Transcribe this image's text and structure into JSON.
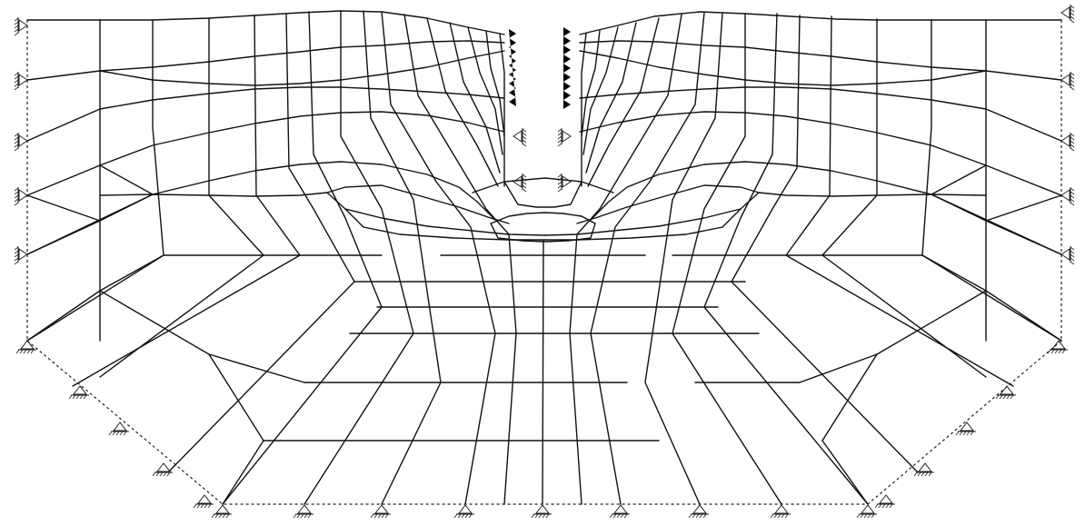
{
  "diagram": {
    "kind": "finite-element-mesh",
    "description_visible_text": "",
    "colors": {
      "mesh": "#111111",
      "boundary": "#222222",
      "background": "#ffffff"
    },
    "supports": {
      "left_wall_count": 5,
      "right_wall_count": 5,
      "left_slope_count": 5,
      "right_slope_count": 5,
      "bottom_count": 9,
      "crack_face_left_count": 3,
      "crack_face_right_count": 3
    }
  }
}
